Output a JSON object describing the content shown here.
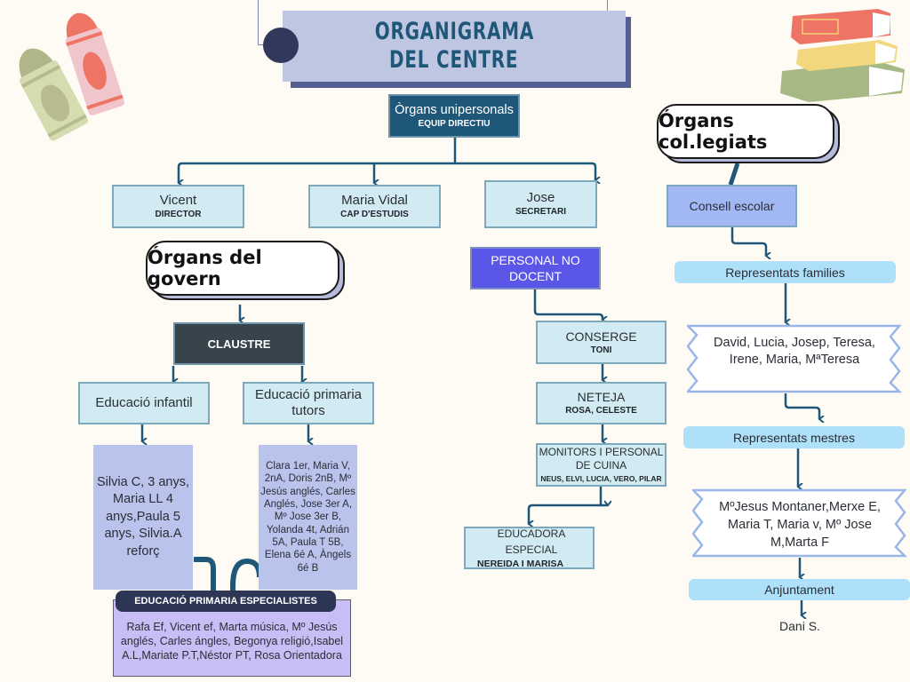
{
  "title": {
    "line1": "ORGANIGRAMA",
    "line2": "DEL CENTRE"
  },
  "head_node": {
    "name": "Òrgans unipersonals",
    "role": "EQUIP DIRECTIU"
  },
  "directiu": [
    {
      "name": "Vicent",
      "role": "DIRECTOR"
    },
    {
      "name": "Maria Vidal",
      "role": "CAP D'ESTUDIS"
    },
    {
      "name": "Jose",
      "role": "SECRETARI"
    }
  ],
  "govern": {
    "heading": "Órgans del govern",
    "claustre": "CLAUSTRE",
    "infantil": {
      "label": "Educació infantil",
      "members": "Silvia C, 3 anys, Maria LL 4 anys,Paula 5 anys, Silvia.A reforç"
    },
    "primaria": {
      "label": "Educació primaria tutors",
      "members": "Clara 1er, Maria V, 2nA, Doris 2nB, Mº Jesús anglés, Carles Anglés, Jose 3er A, Mº Jose 3er B, Yolanda 4t, Adrián 5A, Paula T 5B, Elena 6é A, Àngels 6é B"
    },
    "especialistes": {
      "label": "EDUCACIÓ PRIMARIA ESPECIALISTES",
      "members": "Rafa Ef, Vicent ef, Marta música, Mº Jesús anglés, Carles ángles, Begonya religió,Isabel A.L,Mariate P.T,Néstor PT, Rosa Orientadora"
    }
  },
  "no_docent": {
    "heading": "PERSONAL NO DOCENT",
    "items": [
      {
        "name": "CONSERGE",
        "role": "TONI"
      },
      {
        "name": "NETEJA",
        "role": "ROSA, CELESTE"
      },
      {
        "name": "MONITORS I PERSONAL DE CUINA",
        "role": "NEUS, ELVI, LUCIA, VERO, PILAR"
      },
      {
        "name": "EDUCADORA ESPECIAL",
        "role": "NEREIDA I MARISA"
      }
    ]
  },
  "collegiats": {
    "heading": "Órgans col.legiats",
    "consell": "Consell escolar",
    "families_label": "Representats families",
    "families_members": "David, Lucia, Josep, Teresa, Irene, Maria, MªTeresa",
    "mestres_label": "Representats mestres",
    "mestres_members": "MºJesus Montaner,Merxe E, Maria T, Maria v, Mº Jose M,Marta F",
    "ajuntament_label": "Anjuntament",
    "ajuntament_member": "Dani S."
  },
  "colors": {
    "connector": "#1f5779",
    "dark_blue": "#1f5779",
    "light_blue": "#d2eaf2",
    "violet": "#5a57e8"
  }
}
